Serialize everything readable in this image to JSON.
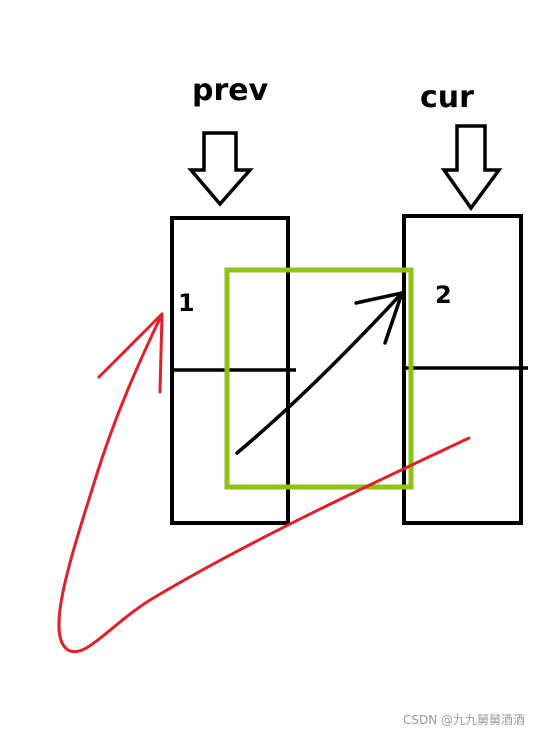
{
  "pointers": {
    "prev": "prev",
    "cur": "cur"
  },
  "nodes": [
    {
      "value": "1"
    },
    {
      "value": "2"
    }
  ],
  "watermark": "CSDN @九九舅舅酒酒",
  "colors": {
    "stroke": "#000000",
    "highlight_box": "#8cc314",
    "red_curve": "#e0202a",
    "background": "#ffffff"
  }
}
